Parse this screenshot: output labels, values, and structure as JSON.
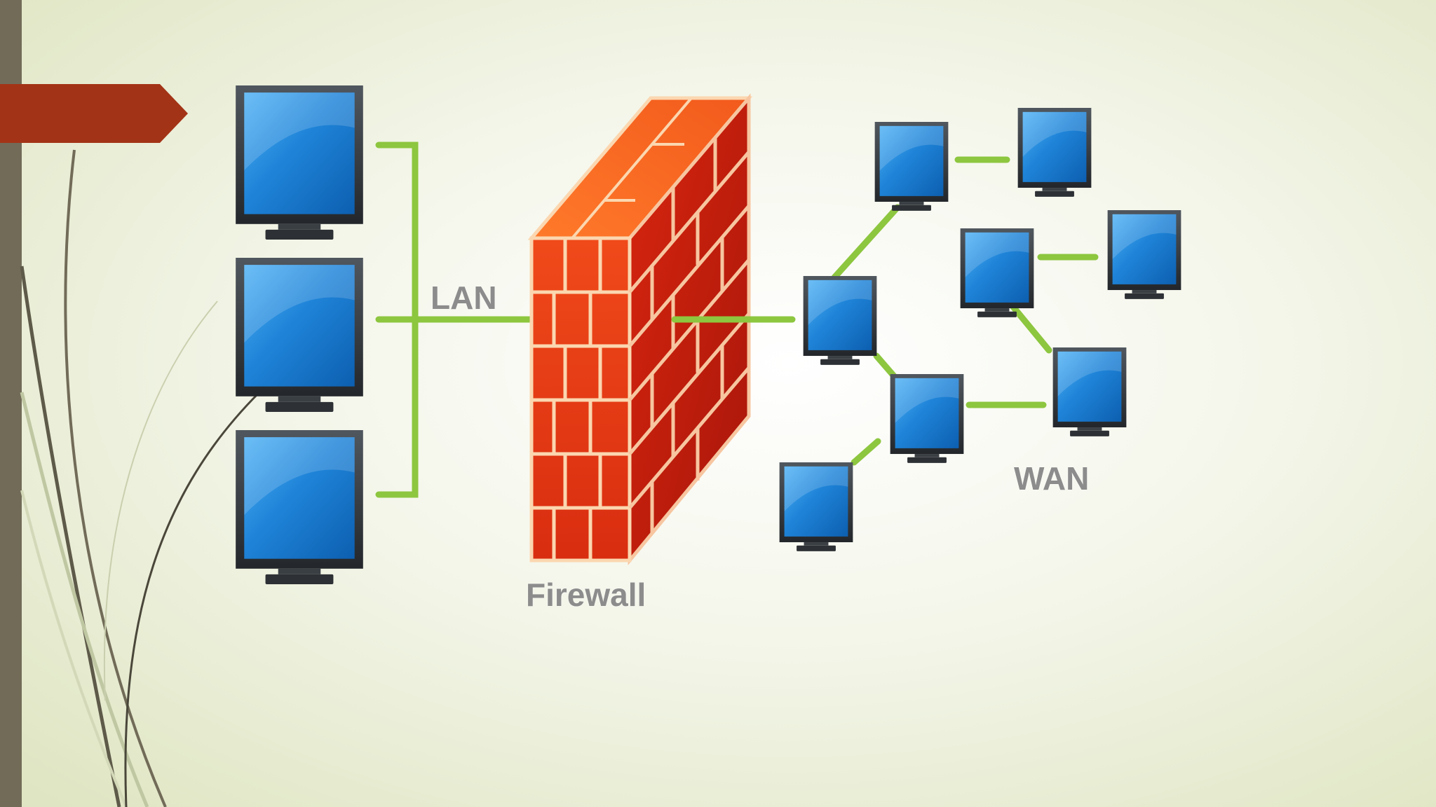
{
  "diagram": {
    "labels": {
      "lan": "LAN",
      "firewall": "Firewall",
      "wan": "WAN"
    },
    "node_kind": "computer-monitor",
    "colors": {
      "background_center": "#ffffff",
      "background_edge": "#dfe5c2",
      "left_bar": "#716b58",
      "accent_tab": "#a33316",
      "connection_line": "#8dc63f",
      "monitor_screen": "#1f7fd4",
      "monitor_frame": "#2f3338",
      "brick": "#e8431c",
      "label_text": "#8c8c8c"
    }
  }
}
